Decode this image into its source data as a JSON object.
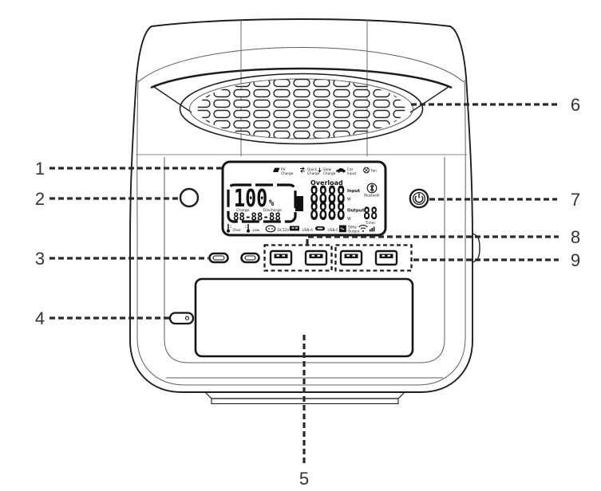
{
  "figure": {
    "type": "portable-power-station-front-view-diagram"
  },
  "colors": {
    "background": "#ffffff",
    "outline": "#1d1d1d",
    "contour": "#5f5f5f",
    "callout_text": "#333333"
  },
  "callouts": [
    "1",
    "2",
    "3",
    "4",
    "5",
    "6",
    "7",
    "8",
    "9"
  ],
  "lcd": {
    "top_row": [
      {
        "icon": "solar-panel-icon",
        "l1": "PV",
        "l2": "Charge"
      },
      {
        "icon": "quick-charge-arrows-icon",
        "l1": "Quick",
        "l2": "Charge"
      },
      {
        "icon": "slow-charge-arrow-icon",
        "l1": "Slow",
        "l2": "Charge"
      },
      {
        "icon": "car-icon",
        "l1": "Car",
        "l2": "Input"
      },
      {
        "icon": "fan-icon",
        "l1": "Fan",
        "l2": ""
      }
    ],
    "battery": {
      "percent": "100",
      "percent_sign": "%",
      "charge": "Charge",
      "discharge": "Discharge",
      "time": "88-88-88"
    },
    "overload": "Overload",
    "input": {
      "digits": "8888",
      "label": "Input",
      "unit": "W"
    },
    "output": {
      "digits": "8888",
      "label": "Output",
      "unit": "W"
    },
    "bluetooth": "Bluetooth",
    "timer": {
      "digits": "88",
      "label": "Timer"
    },
    "bottom_row": [
      {
        "icon": "thermometer-high-icon",
        "label": "Over"
      },
      {
        "icon": "thermometer-low-icon",
        "label": "Low"
      },
      {
        "icon": "car-socket-icon",
        "label": "DC12V"
      },
      {
        "icon": "usb-a-icon",
        "label": "USB-A"
      },
      {
        "icon": "usb-c-icon",
        "label": "USB-C"
      },
      {
        "icon": "ac-output-icon",
        "l1": "50Hz",
        "l2": "Output"
      },
      {
        "icon": "wifi-icon",
        "label": ""
      }
    ]
  }
}
